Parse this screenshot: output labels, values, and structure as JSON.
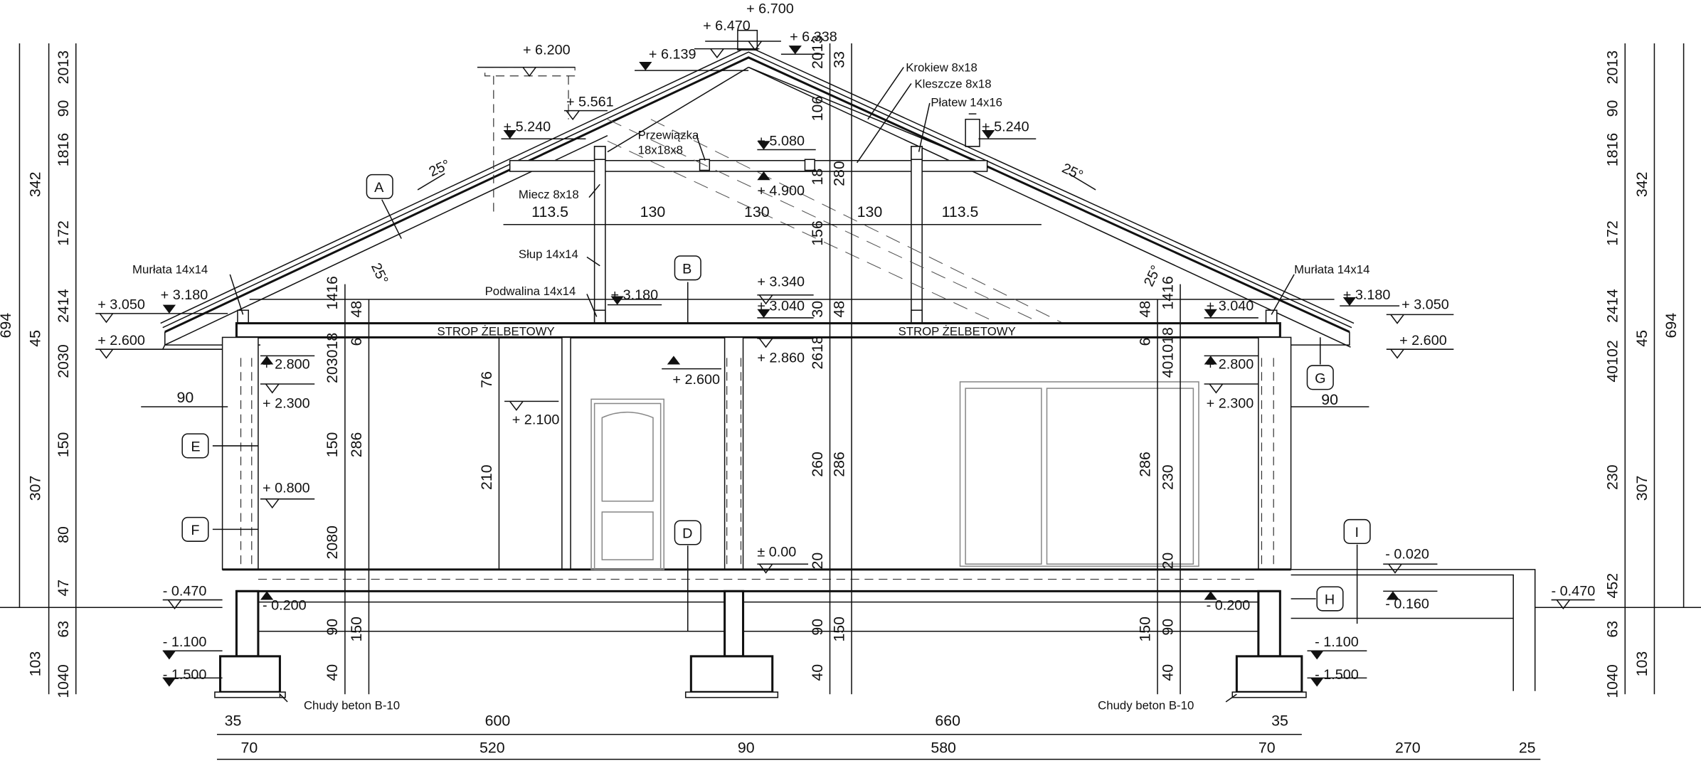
{
  "drawing": {
    "elevations": {
      "e6700": "+ 6.700",
      "e6470": "+ 6.470",
      "e6338": "+ 6.338",
      "e6200": "+ 6.200",
      "e6139": "+ 6.139",
      "e5561": "+ 5.561",
      "e5240_l": "+ 5.240",
      "e5080": "+ 5.080",
      "e4900": "+ 4.900",
      "e5240_r": "+ 5.240",
      "e3050_l": "+ 3.050",
      "e3180_l": "+ 3.180",
      "e2600_l": "+ 2.600",
      "e2800_l": "+ 2.800",
      "e2300_l": "+ 2.300",
      "e0800_l": "+ 0.800",
      "e3180_m": "+ 3.180",
      "e3340": "+ 3.340",
      "e3040_m": "+ 3.040",
      "e2860": "+ 2.860",
      "e2600_m": "+ 2.600",
      "e2100": "+ 2.100",
      "e0000": "± 0.00",
      "e3040_r": "+ 3.040",
      "e3180_r": "+ 3.180",
      "e3050_r": "+ 3.050",
      "e2800_r": "+ 2.800",
      "e2300_r": "+ 2.300",
      "e2600_r": "+ 2.600",
      "em0470_l": "- 0.470",
      "em0200_l": "- 0.200",
      "em1100_l": "- 1.100",
      "em1500_l": "- 1.500",
      "em0200_r": "- 0.200",
      "em0020": "- 0.020",
      "em0160": "- 0.160",
      "em0470_r": "- 0.470",
      "em1100_r": "- 1.100",
      "em1500_r": "- 1.500"
    },
    "labels": {
      "krokiew": "Krokiew 8x18",
      "kleszcze": "Kleszcze 8x18",
      "platew": "Płatew 14x16",
      "przewiazka": "Przewiązka",
      "przewiazka_size": "18x18x8",
      "miecz": "Miecz 8x18",
      "slup": "Słup 14x14",
      "podwalina": "Podwalina 14x14",
      "murlata_l": "Murłata 14x14",
      "murlata_r": "Murłata 14x14",
      "strop_l": "STROP ŻELBETOWY",
      "strop_r": "STROP ŻELBETOWY",
      "beton_l": "Chudy beton B-10",
      "beton_r": "Chudy beton B-10",
      "angle1": "25°",
      "angle2": "25°",
      "angle3": "25°",
      "angle4": "25°"
    },
    "callouts": [
      "A",
      "B",
      "D",
      "E",
      "F",
      "G",
      "H",
      "I"
    ],
    "dims_h": {
      "rafters": [
        "113.5",
        "130",
        "130",
        "130",
        "113.5"
      ],
      "eave_l": "90",
      "eave_r": "90",
      "row1": [
        "35",
        "600",
        "660",
        "35"
      ],
      "row2": [
        "70",
        "520",
        "90",
        "580",
        "70",
        "270",
        "25"
      ]
    },
    "dims_v": {
      "left_total": "694",
      "left_main": [
        "342",
        "45",
        "307",
        "103"
      ],
      "left_detail": [
        "2013",
        "90",
        "1816",
        "172",
        "2414",
        "2030",
        "150",
        "80",
        "47",
        "63",
        "1040"
      ],
      "midl_a": [
        "1416",
        "203018",
        "150",
        "2080",
        "90",
        "40"
      ],
      "midl_b": [
        "48",
        "6",
        "286",
        "150"
      ],
      "door": [
        "76",
        "210"
      ],
      "center_a": [
        "2013",
        "106",
        "18",
        "156",
        "30",
        "2618",
        "260",
        "20",
        "90",
        "40"
      ],
      "center_b": [
        "33",
        "280",
        "48",
        "286",
        "150"
      ],
      "midr_a": [
        "48",
        "6",
        "286",
        "150"
      ],
      "midr_b": [
        "1416",
        "401018",
        "230",
        "20",
        "90",
        "40"
      ],
      "right_detail": [
        "2013",
        "90",
        "1816",
        "172",
        "2414",
        "40102",
        "230",
        "452",
        "63",
        "1040"
      ],
      "right_main": [
        "342",
        "45",
        "307",
        "103"
      ],
      "right_total": "694"
    }
  }
}
